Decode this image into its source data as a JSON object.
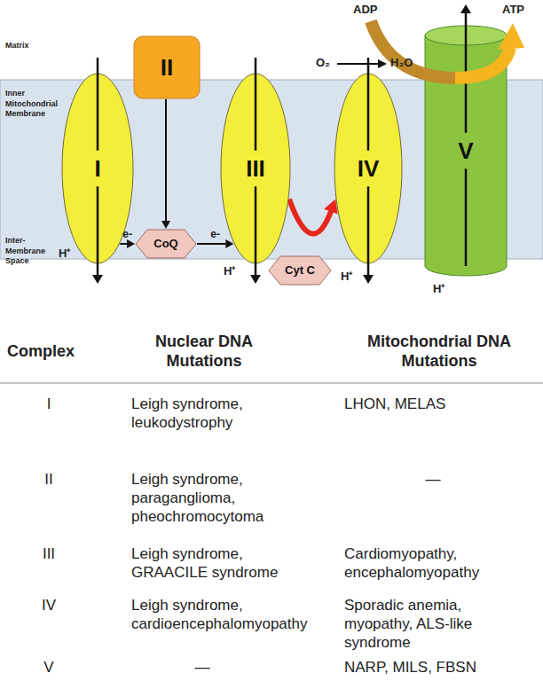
{
  "diagram": {
    "nodes": [
      {
        "text": [
          "I"
        ]
      },
      {
        "text": [
          "II"
        ]
      },
      {
        "text": [
          "CoQ"
        ]
      },
      {
        "text": [
          "III"
        ]
      },
      {
        "text": [
          "Cyt C"
        ]
      },
      {
        "text": [
          "IV"
        ]
      },
      {
        "text": [
          "V"
        ]
      }
    ],
    "edges": [
      {
        "from": 1,
        "to": 2,
        "arrow": "to"
      },
      {
        "from": 0,
        "to": 2,
        "label": "e-",
        "arrow": "to"
      },
      {
        "from": 2,
        "to": 3,
        "label": "e-",
        "arrow": "to"
      },
      {
        "from": 3,
        "to": 5,
        "arrow": "to"
      }
    ],
    "labels": [
      "Matrix",
      "Inner Mitochondrial Membrane",
      "Inter- Membrane Space",
      "H⁺",
      "H⁺",
      "H⁺",
      "H⁺",
      "O₂",
      "H₂O",
      "ADP",
      "ATP",
      "Complex",
      "Nuclear DNA Mutations",
      "Mitochondrial DNA Mutations",
      "I",
      "Leigh syndrome, leukodystrophy",
      "LHON, MELAS",
      "II",
      "Leigh syndrome, paraganglioma, pheochromocytoma",
      "—",
      "III",
      "Leigh syndrome, GRAACILE syndrome",
      "Cardiomyopathy, encephalomyopathy",
      "IV",
      "Leigh syndrome, cardioencephalomyopathy",
      "Sporadic anemia, myopathy, ALS-like syndrome",
      "V",
      "—",
      "NARP, MILS, FBSN"
    ]
  }
}
